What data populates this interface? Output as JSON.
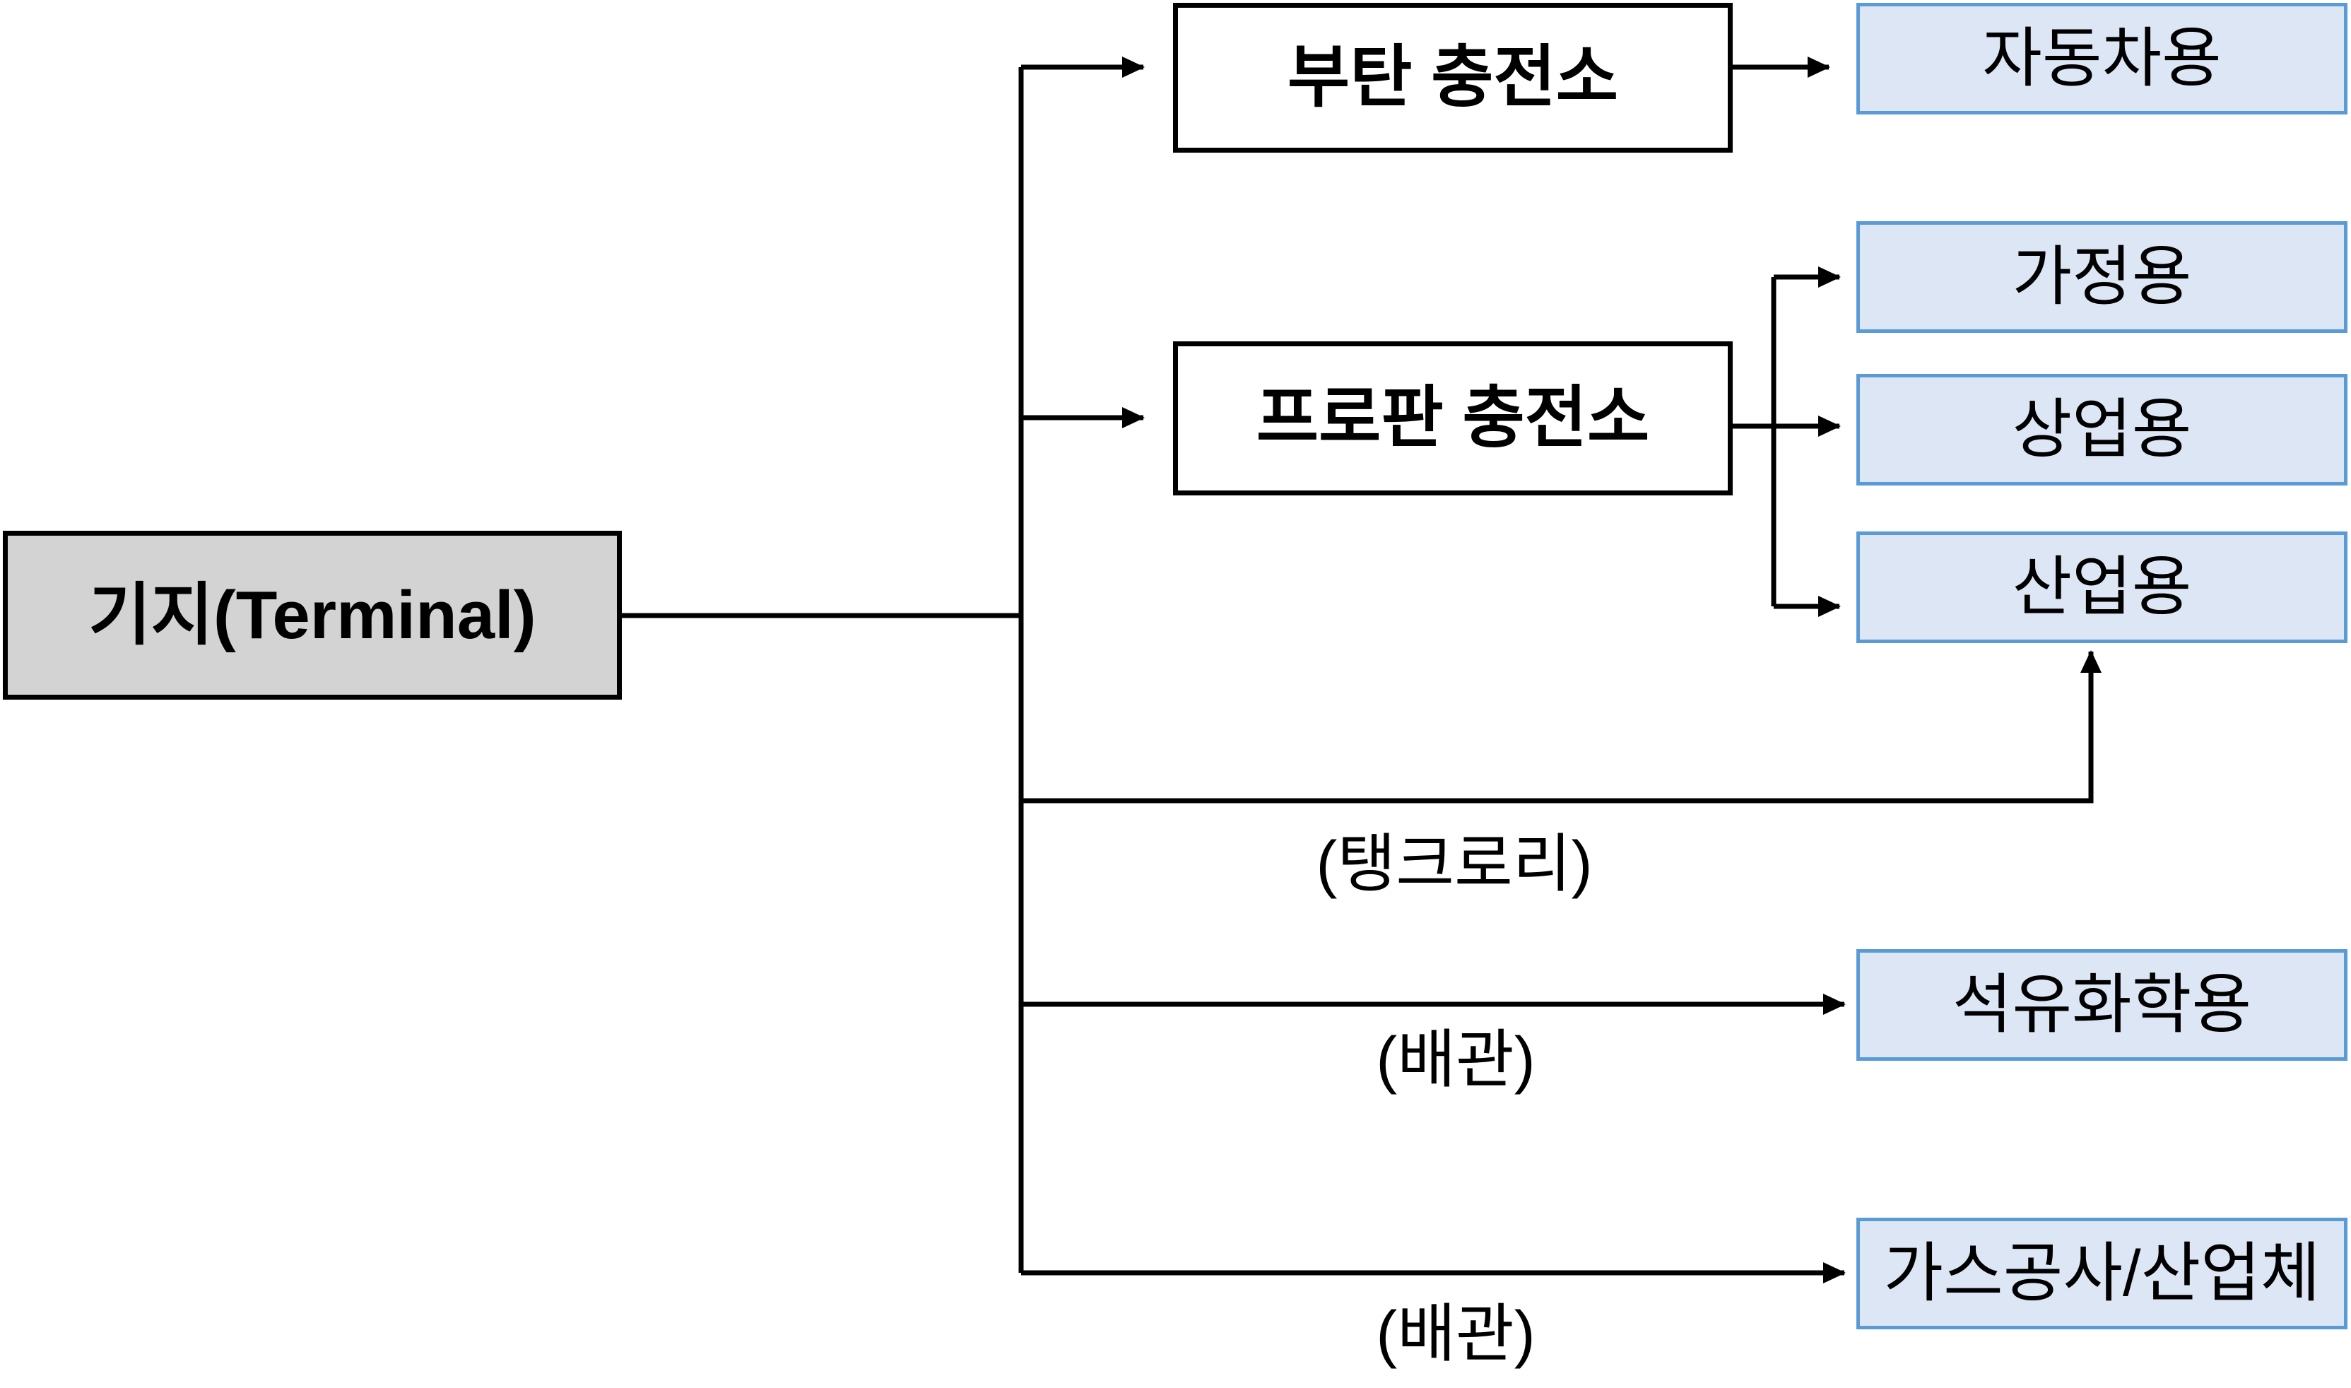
{
  "diagram": {
    "terminal": {
      "label": "기지(Terminal)"
    },
    "stations": [
      {
        "id": "butane",
        "label": "부탄 충전소"
      },
      {
        "id": "propane",
        "label": "프로판 충전소"
      }
    ],
    "uses": [
      {
        "id": "automotive",
        "label": "자동차용"
      },
      {
        "id": "household",
        "label": "가정용"
      },
      {
        "id": "commercial",
        "label": "상업용"
      },
      {
        "id": "industrial",
        "label": "산업용"
      },
      {
        "id": "petrochemical",
        "label": "석유화학용"
      },
      {
        "id": "gascorp",
        "label": "가스공사/산업체"
      }
    ],
    "edge_labels": [
      {
        "id": "tanklorry",
        "label": "(탱크로리)"
      },
      {
        "id": "pipe-1",
        "label": "(배관)"
      },
      {
        "id": "pipe-2",
        "label": "(배관)"
      }
    ],
    "colors": {
      "line": "#000000",
      "text": "#000000",
      "terminal_fill": "#d3d3d3",
      "terminal_border": "#000000",
      "station_fill": "#ffffff",
      "station_border": "#000000",
      "use_fill": "#dce6f4",
      "use_border": "#5b9bd5"
    }
  }
}
